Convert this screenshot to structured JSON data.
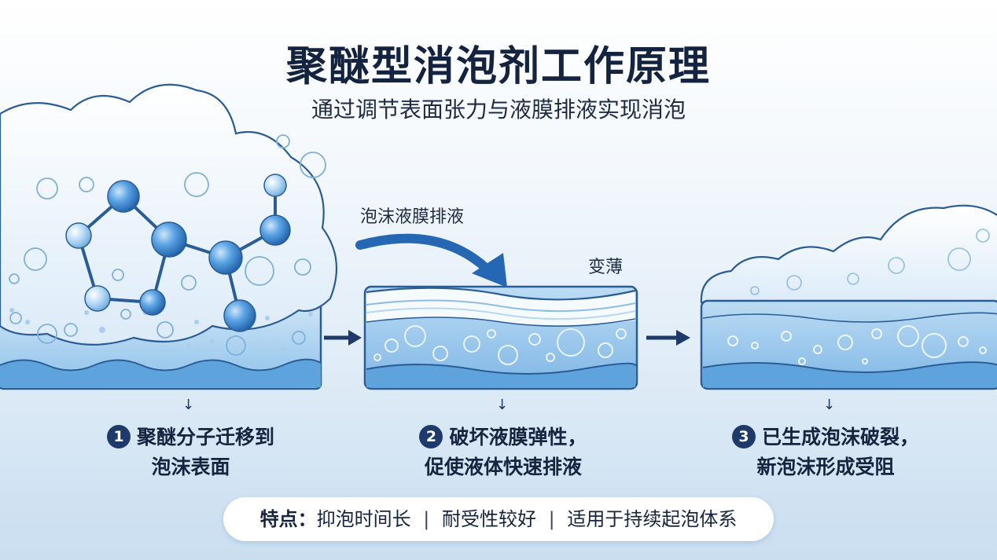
{
  "title": "聚醚型消泡剂工作原理",
  "subtitle": "通过调节表面张力与液膜排液实现消泡",
  "labels": {
    "drainage": "泡沫液膜排液",
    "thinning": "变薄"
  },
  "steps": [
    {
      "number": "1",
      "line1": "聚醚分子迁移到",
      "line2": "泡沫表面"
    },
    {
      "number": "2",
      "line1": "破坏液膜弹性，",
      "line2": "促使液体快速排液"
    },
    {
      "number": "3",
      "line1": "已生成泡沫破裂，",
      "line2": "新泡沫形成受阻"
    }
  ],
  "features": {
    "label": "特点：",
    "items": [
      "抑泡时间长",
      "耐受性较好",
      "适用于持续起泡体系"
    ],
    "separator": "|"
  },
  "colors": {
    "navy": "#1e3a6b",
    "liquid": "#6fb0e2",
    "foam_edge": "#2a5d96",
    "molecule": "#3d8ed6"
  },
  "icons": [
    "down-arrow-icon",
    "right-arrow-icon",
    "curved-arrow-icon",
    "molecule-icon",
    "bubble-icon"
  ]
}
